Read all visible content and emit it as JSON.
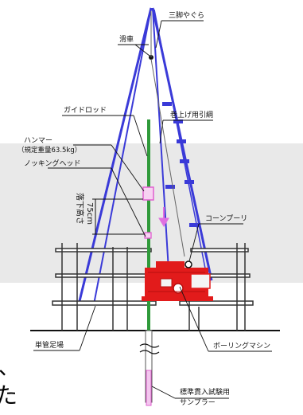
{
  "labels": {
    "tripod": "三脚やぐら",
    "pulley": "滑車",
    "guide_rod": "ガイドロッド",
    "winch_rope": "巻上げ用引綱",
    "hammer": "ハンマー",
    "hammer_weight": "（規定重量63.5kg）",
    "knocking_head": "ノッキングヘッド",
    "drop_height": "落下高さ",
    "drop_value": "75cm",
    "cone_pulley": "コーンプーリ",
    "boring_machine": "ボーリングマシン",
    "scaffold": "単管足場",
    "sampler_line1": "標準貫入試験用",
    "sampler_line2": "サンプラー"
  },
  "margin_marks": {
    "comma": "、",
    "char": "た"
  },
  "colors": {
    "tripod": "#3a3ad8",
    "scaffold": "#333333",
    "machine": "#e21b1b",
    "guide_rod": "#2f9a3a",
    "sampler": "#e060d0",
    "arrow": "#e070e0",
    "background_band": "#e9e9e9",
    "leader": "#111111"
  }
}
